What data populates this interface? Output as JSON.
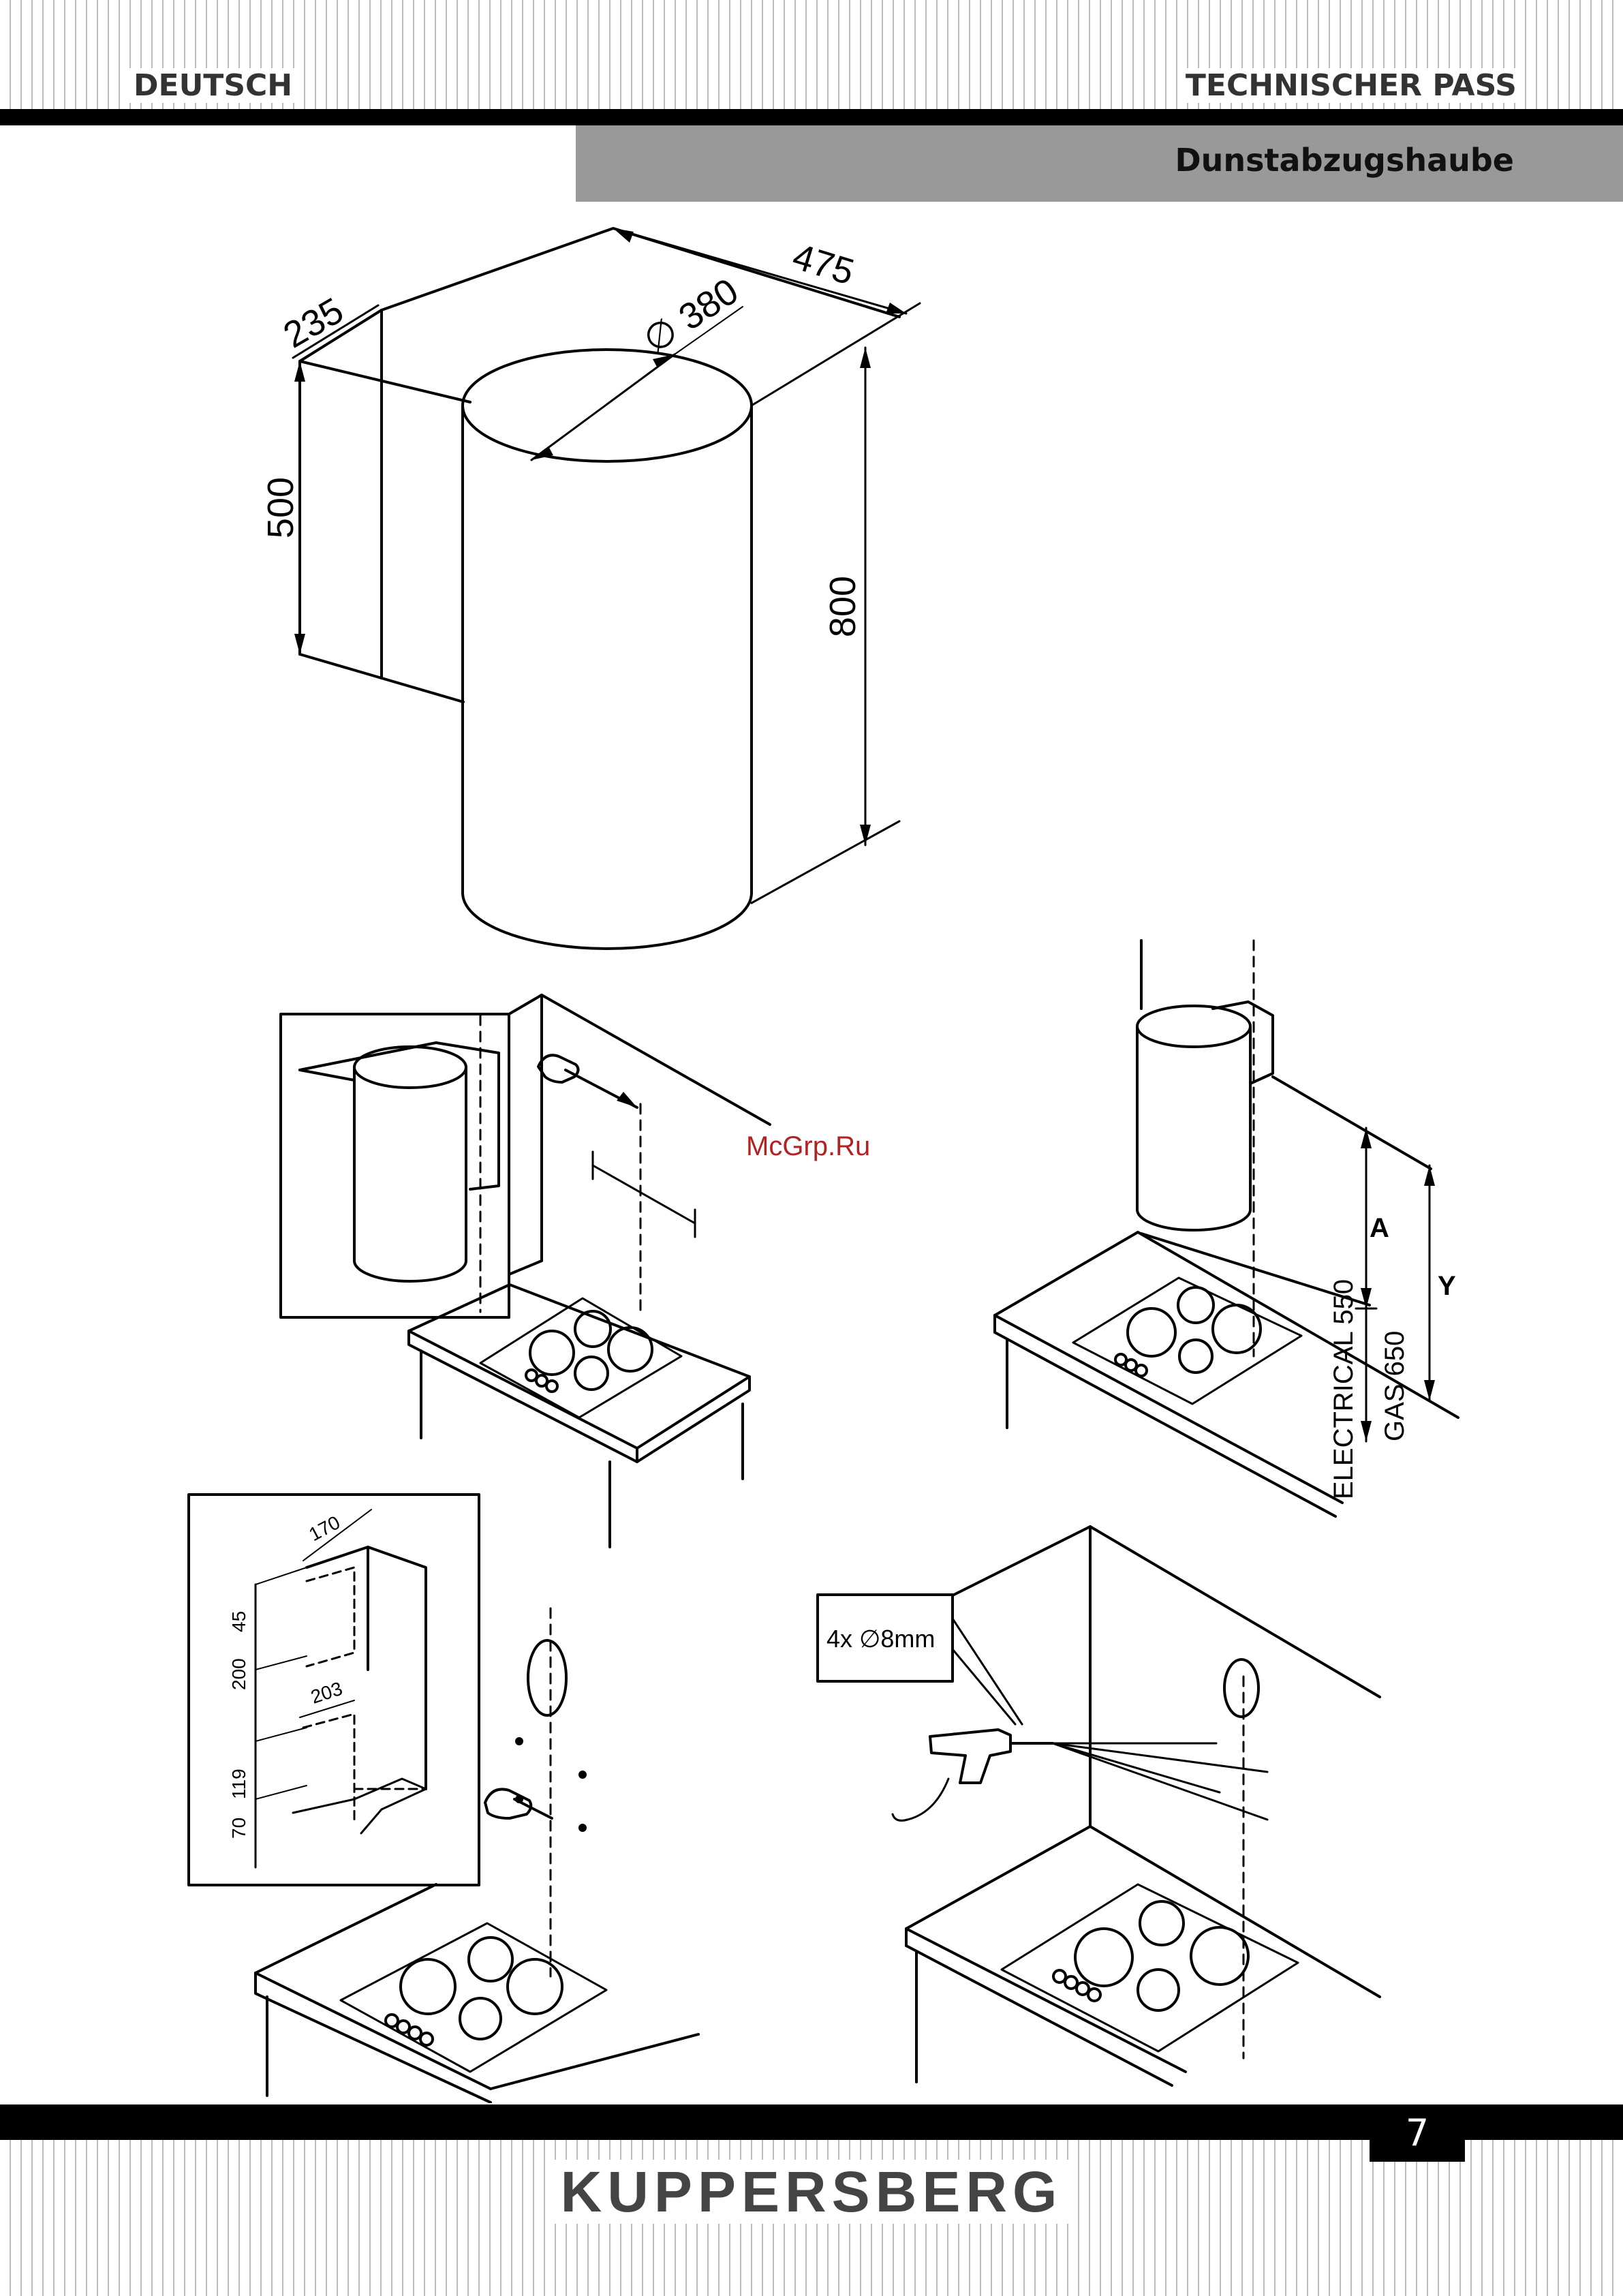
{
  "header": {
    "language": "DEUTSCH",
    "section": "TECHNISCHER PASS",
    "subtitle": "Dunstabzugshaube"
  },
  "figure1": {
    "dim_width": "475",
    "dim_depth": "235",
    "dim_diameter": "∅ 380",
    "dim_box_height": "500",
    "dim_height": "800"
  },
  "figure2": {
    "watermark": "McGrp.Ru"
  },
  "figure3": {
    "label_a": "A",
    "label_y": "Y",
    "label_electrical": "ELECTRICAL 550",
    "label_gas": "GAS 650"
  },
  "figure4": {
    "dim_170": "170",
    "dim_45": "45",
    "dim_200": "200",
    "dim_203": "203",
    "dim_119": "119",
    "dim_70": "70"
  },
  "figure5": {
    "drill_label": "4x ∅8mm"
  },
  "footer": {
    "page_number": "7",
    "brand": "KUPPERSBERG"
  }
}
